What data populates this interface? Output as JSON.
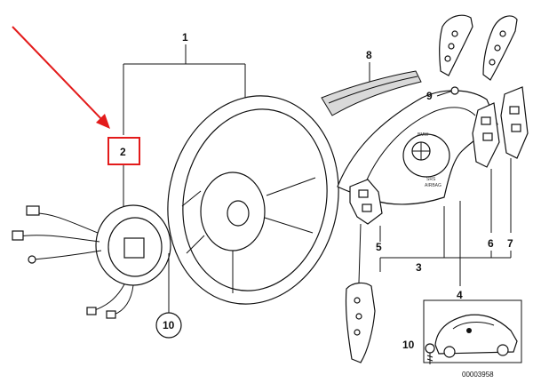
{
  "labels": {
    "l1": "1",
    "l2": "2",
    "l3": "3",
    "l4": "4",
    "l5": "5",
    "l6": "6",
    "l7": "7",
    "l8": "8",
    "l9": "9",
    "l10_circle": "10",
    "l10_inset": "10"
  },
  "diagram_id": "00003958",
  "airbag_text": {
    "brand": "BMW",
    "line1": "SRS",
    "line2": "AIRBAG"
  },
  "colors": {
    "highlight": "#e31b1b",
    "line": "#111111"
  },
  "icons": {
    "arrow": "red-arrow-icon",
    "car": "car-silhouette-icon"
  }
}
